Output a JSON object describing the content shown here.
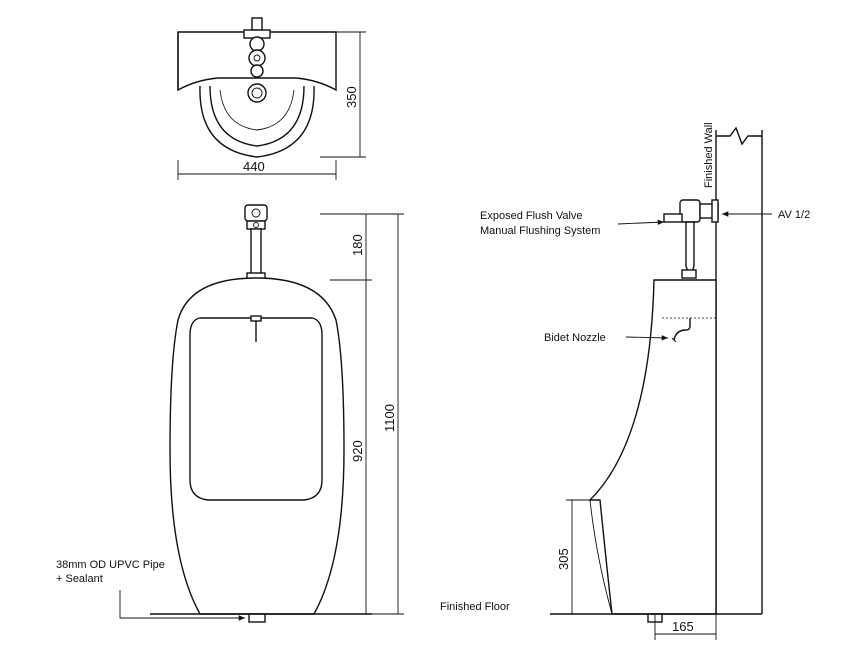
{
  "dimensions": {
    "top_width": "440",
    "top_depth": "350",
    "flush_height": "180",
    "total_height": "1100",
    "front_height": "920",
    "nozzle_height": "305",
    "wall_offset": "165"
  },
  "labels": {
    "pipe_line1": "38mm OD UPVC Pipe",
    "pipe_line2": "+ Sealant",
    "finished_floor": "Finished Floor",
    "finished_wall": "Finished Wall",
    "flush_valve_line1": "Exposed Flush Valve",
    "flush_valve_line2": "Manual Flushing System",
    "av": "AV 1/2",
    "bidet_nozzle": "Bidet Nozzle"
  }
}
